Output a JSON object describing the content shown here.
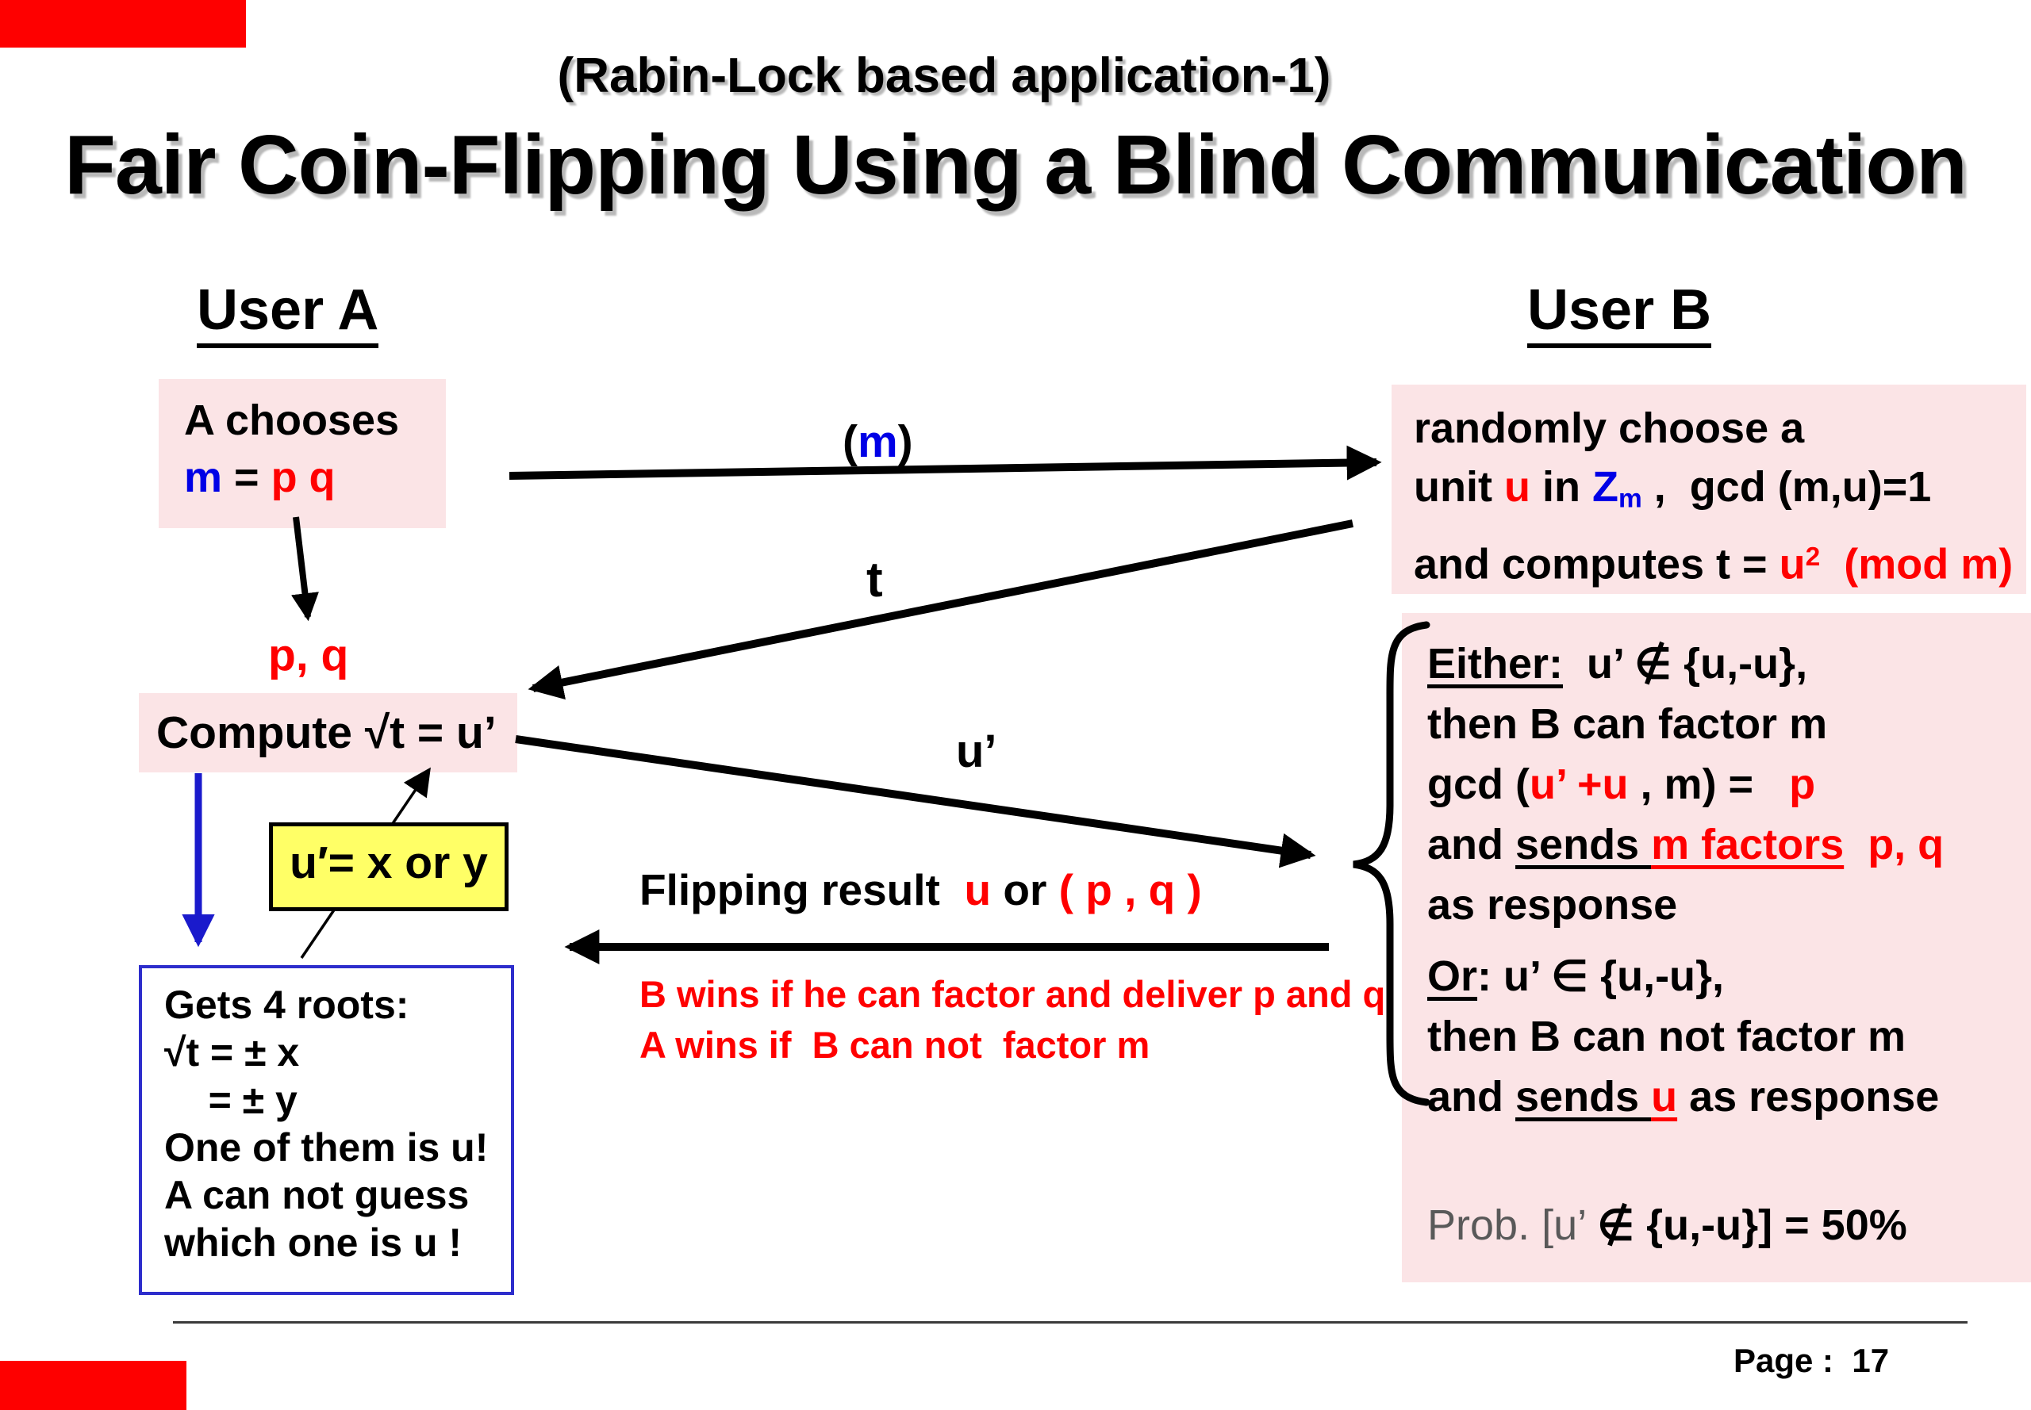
{
  "colors": {
    "accent_red": "#fe0000",
    "text_red": "#ff0000",
    "text_blue": "#0000e6",
    "box_pink": "#fbe4e6",
    "box_yellow": "#ffff66",
    "border_blue": "#2d2dcc"
  },
  "header": {
    "subtitle": "(Rabin-Lock based application-1)",
    "title": "Fair Coin-Flipping Using a Blind Communication"
  },
  "columns": {
    "user_a": "User A",
    "user_b": "User B"
  },
  "user_a": {
    "chooses_line1": "A chooses",
    "chooses_m": "m",
    "chooses_eq": " = ",
    "chooses_pq": "p q",
    "pq_label": "p, q",
    "compute_label": "Compute √t = u’",
    "xy_box_label": "u′= x or y",
    "roots_line1": "Gets 4 roots:",
    "roots_line2": "√t = ± x",
    "roots_line3": "    = ± y",
    "roots_line4": "One of them is u!",
    "roots_line5": "A can not guess",
    "roots_line6": "which one is u !"
  },
  "messages": {
    "m_label_open": "(",
    "m_label_m": "m",
    "m_label_close": ")",
    "t_label": "t",
    "u_prime_label": "u’",
    "flip_prefix": "Flipping result  ",
    "flip_u": "u",
    "flip_or": " or ",
    "flip_pq": "( p , q )",
    "b_wins": "B wins if he can factor and deliver p and q",
    "a_wins": "A wins if  B can not  factor m"
  },
  "user_b": {
    "box1_line1": "randomly choose a",
    "box1_line2_pre": "unit ",
    "box1_line2_u": "u",
    "box1_line2_in": " in ",
    "box1_line2_z": "Z",
    "box1_line2_zsub": "m",
    "box1_line2_rest": " ,  gcd (m,u)=1",
    "box1_line3_pre": "and computes t = ",
    "box1_line3_u": "u",
    "box1_line3_sup": "2",
    "box1_line3_mod": "  (mod m)",
    "either_word": "Either:",
    "either_rest": "  u’ ∉ {u,-u},",
    "either_line2": "then B can factor m",
    "gcd_pre": "gcd (",
    "gcd_red": "u’ +u",
    "gcd_mid": " , m) = ",
    "gcd_p": "  p",
    "sends_and": "and ",
    "sends_word": "sends ",
    "sends_mfactors": "m factors",
    "sends_pq": "  p, q",
    "as_response": "as response",
    "or_word": "Or",
    "or_rest": ": u’ ∈ {u,-u},",
    "or_line2": "then B can not factor m",
    "sends2_and": "and ",
    "sends2_word": "sends ",
    "sends2_u": "u",
    "sends2_rest": " as response",
    "prob_pre": "Prob. [u’ ",
    "prob_symbol": "∉",
    "prob_rest": " {u,-u}] = 50%"
  },
  "footer": {
    "page_label": "Page :  17"
  }
}
